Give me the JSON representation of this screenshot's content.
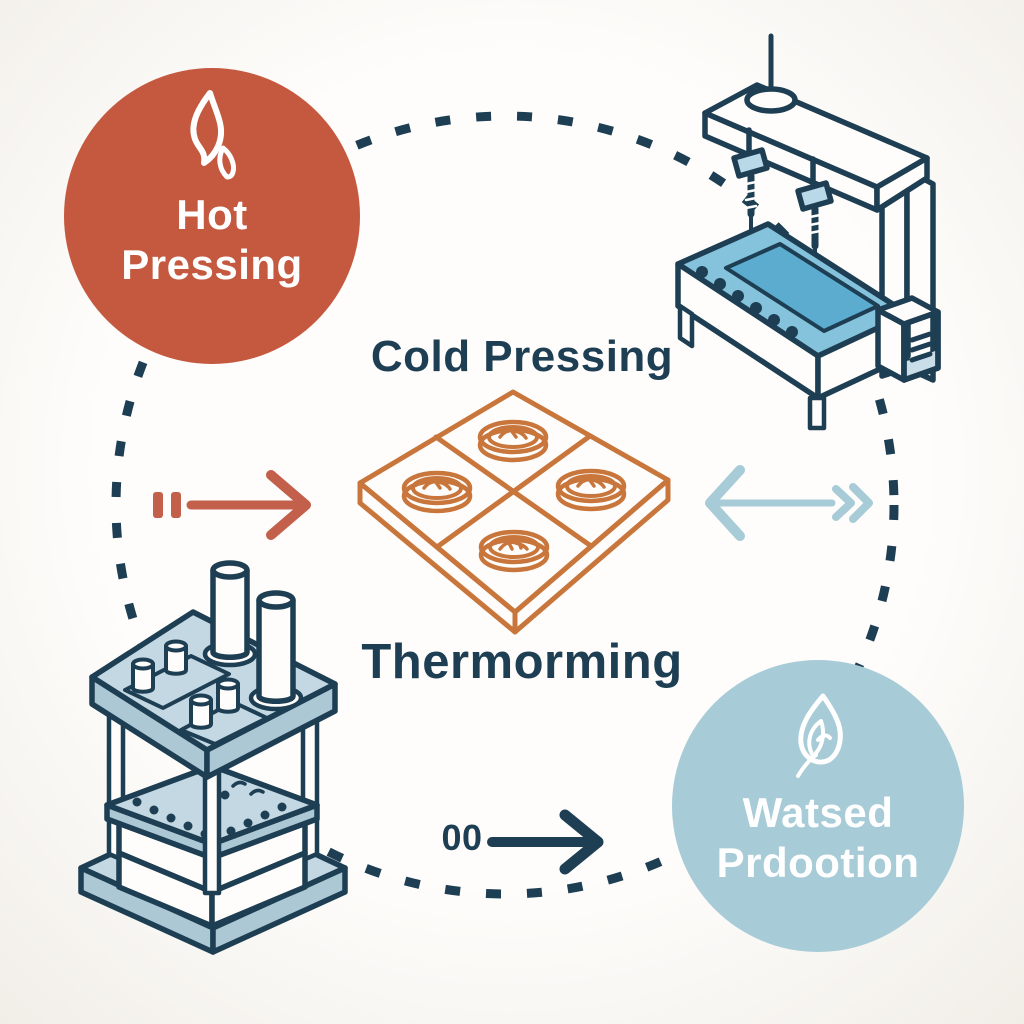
{
  "palette": {
    "background": "#FBFAF7",
    "navy": "#1D3E53",
    "red": "#C4593F",
    "red_arrow": "#C2604B",
    "orange": "#C8763B",
    "light_blue": "#A7CBD7",
    "machine_panel": "#C3D8E2",
    "machine_panel_dark": "#ADC8D5",
    "tray_top": "#85C2DC",
    "tray_inner": "#5CACD0",
    "press_head": "#B9D9E8",
    "paper": "#FEFDFB"
  },
  "cycle": {
    "hot_pressing": {
      "line1": "Hot",
      "line2": "Pressing"
    },
    "cold_pressing": {
      "label": "Cold Pressing"
    },
    "thermoforming": {
      "label": "Thermorming"
    },
    "wasted_production": {
      "line1": "Watsed",
      "line2": "Prdootion"
    }
  },
  "annotations": {
    "bottom_arrow_label": "00"
  },
  "icons": {
    "hot_pressing": "flame-icon",
    "wasted_production": "leaf-flame-icon",
    "left_arrow": "pause-arrow-right-icon",
    "right_arrow": "arrow-left-double-chevron-icon",
    "bottom_arrow": "arrow-right-icon"
  }
}
